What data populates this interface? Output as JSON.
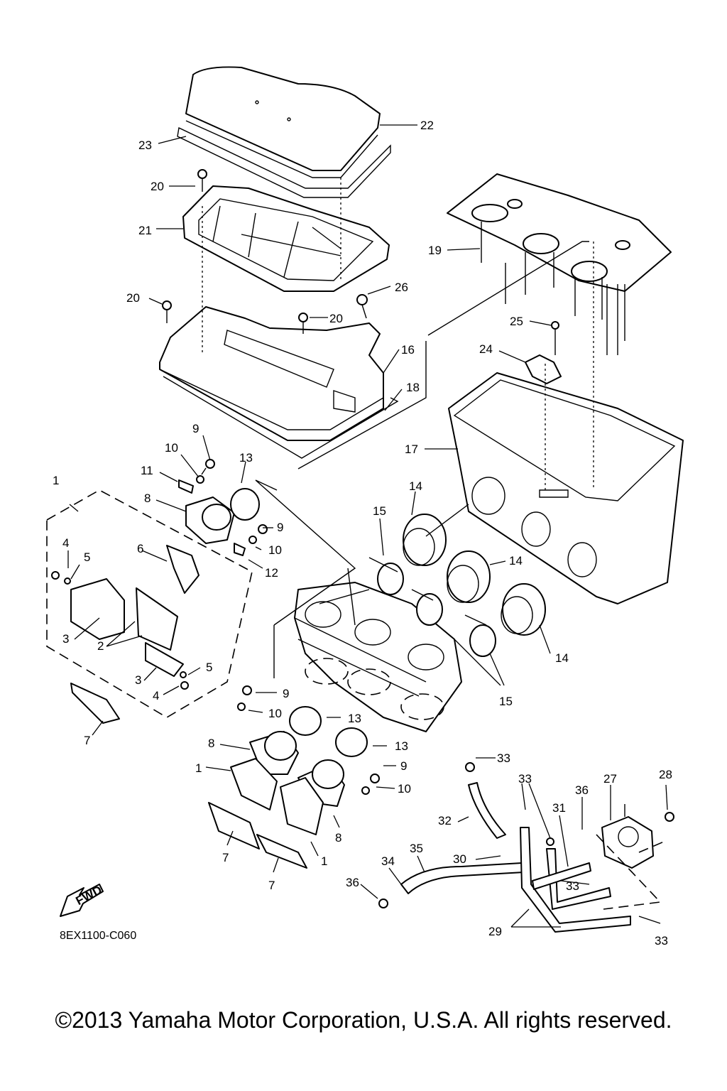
{
  "diagram": {
    "code": "8EX1100-C060",
    "fwd_label": "FWD",
    "copyright": "©2013 Yamaha Motor Corporation, U.S.A. All rights reserved."
  },
  "callouts": [
    "1",
    "2",
    "3",
    "4",
    "5",
    "6",
    "7",
    "8",
    "9",
    "10",
    "11",
    "12",
    "13",
    "14",
    "15",
    "16",
    "17",
    "18",
    "19",
    "20",
    "21",
    "22",
    "23",
    "24",
    "25",
    "26",
    "27",
    "28",
    "29",
    "30",
    "31",
    "32",
    "33",
    "34",
    "35",
    "36"
  ]
}
